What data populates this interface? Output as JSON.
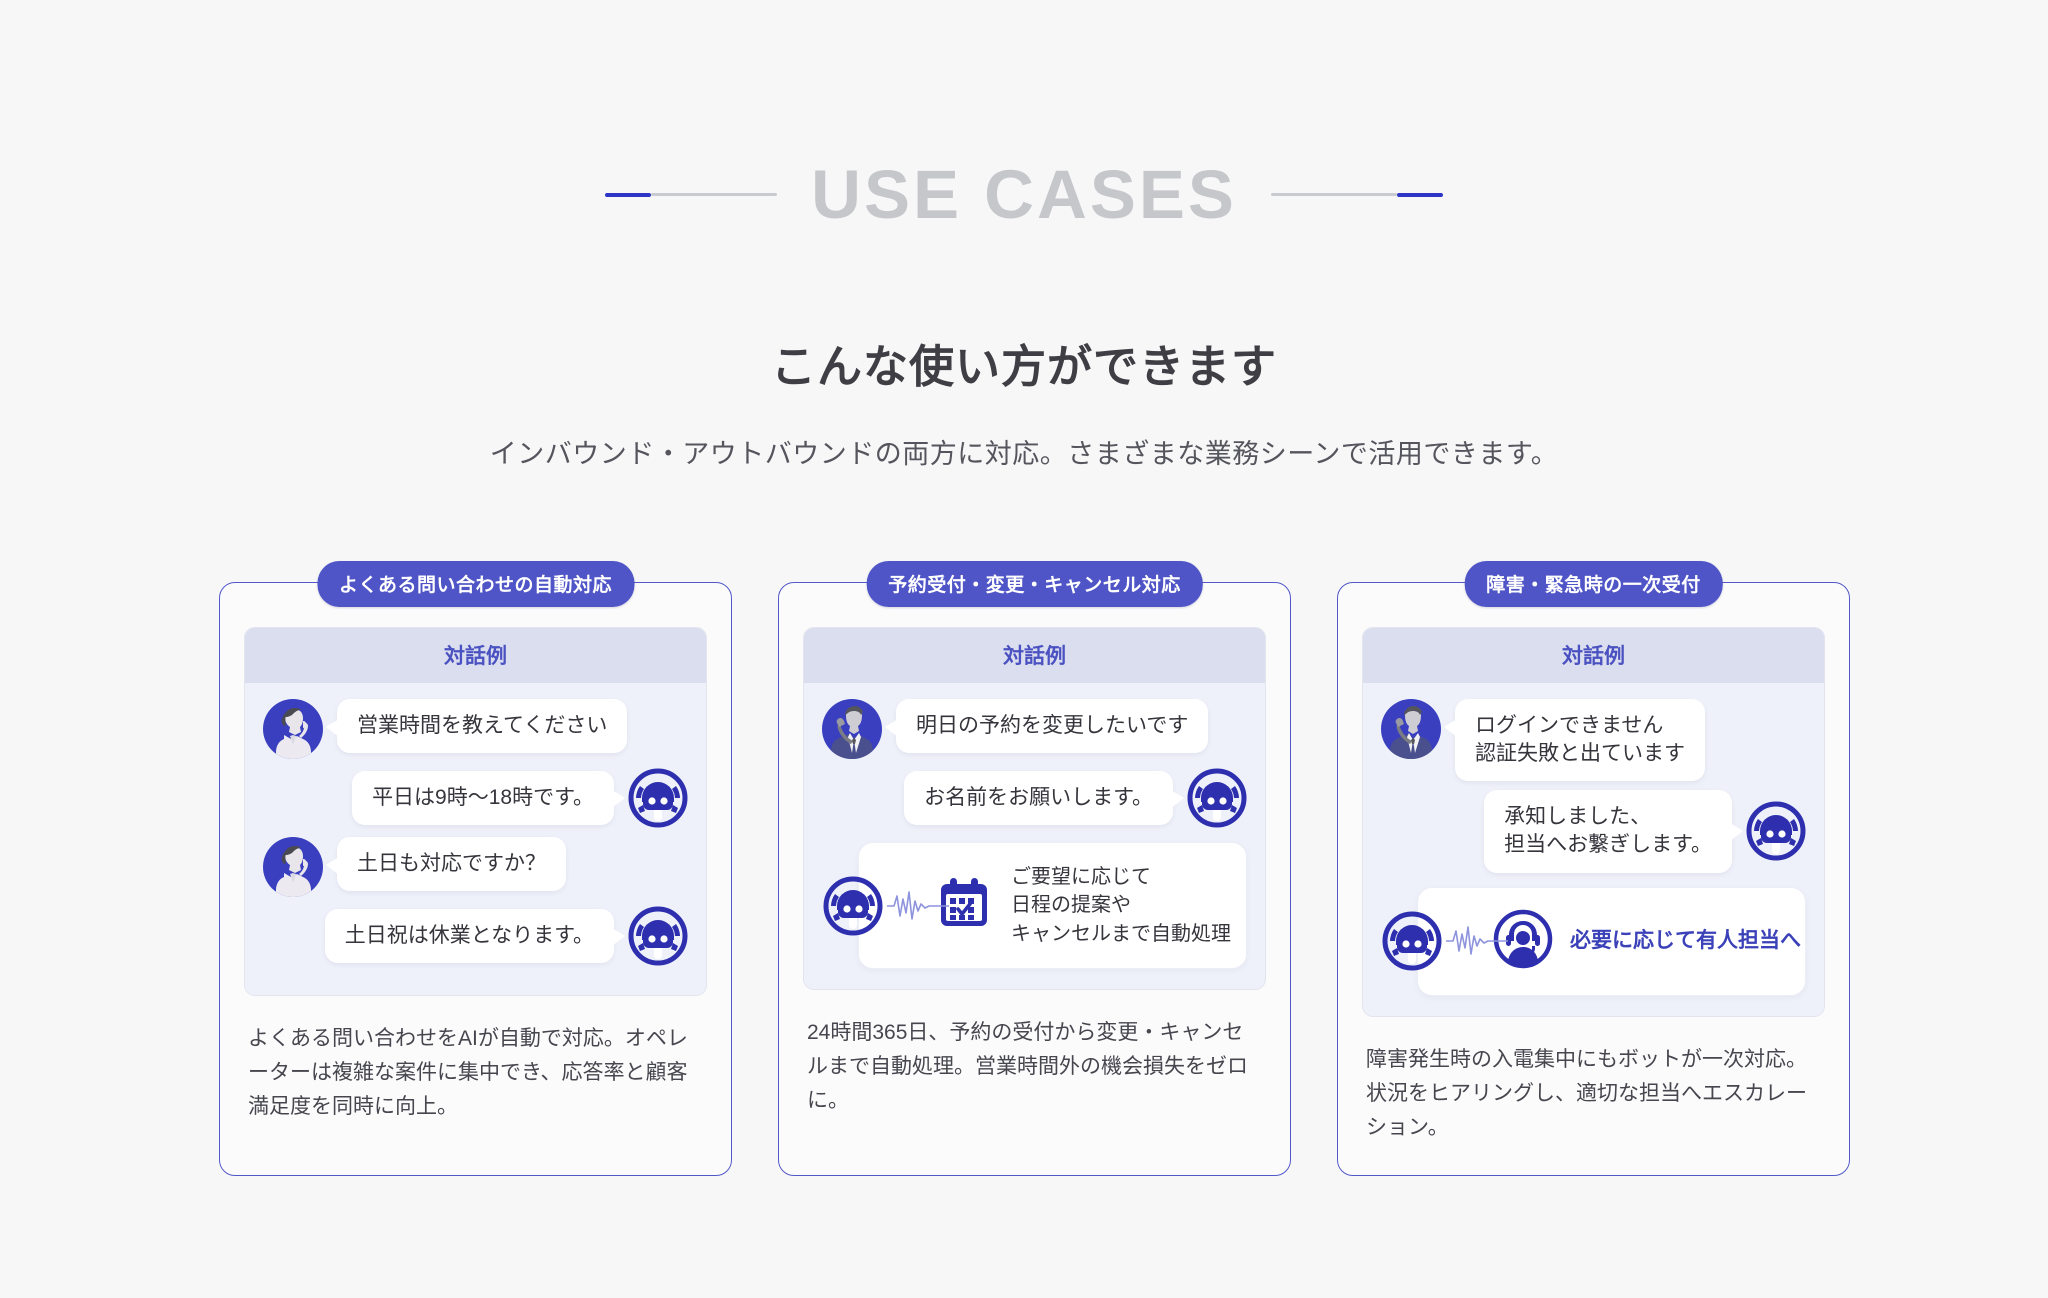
{
  "header": {
    "eyebrow": "USE CASES",
    "heading": "こんな使い方ができます",
    "subheading": "インバウンド・アウトバウンドの両方に対応。さまざまな業務シーンで活用できます。"
  },
  "colors": {
    "accent": "#4f55c6",
    "accent_dark": "#2f35c4",
    "page_bg": "#f7f7f8",
    "dialog_bg": "#eef1f9",
    "dialog_header_bg": "#dbdeef",
    "eyebrow_gray": "#c6c7cb"
  },
  "dialog_label": "対話例",
  "cards": [
    {
      "badge": "よくある問い合わせの自動対応",
      "messages": [
        {
          "from": "user",
          "avatar": "woman-headset-avatar",
          "lines": [
            "営業時間を教えてください"
          ]
        },
        {
          "from": "bot",
          "avatar": "bot-headset-avatar",
          "lines": [
            "平日は9時〜18時です。"
          ]
        },
        {
          "from": "user",
          "avatar": "woman-headset-avatar",
          "lines": [
            "土日も対応ですか？"
          ]
        },
        {
          "from": "bot",
          "avatar": "bot-headset-avatar",
          "lines": [
            "土日祝は休業となります。"
          ]
        }
      ],
      "infobox": null,
      "description": "よくある問い合わせをAIが自動で対応。オペレーターは複雑な案件に集中でき、応答率と顧客満足度を同時に向上。"
    },
    {
      "badge": "予約受付・変更・キャンセル対応",
      "messages": [
        {
          "from": "user",
          "avatar": "man-phone-avatar",
          "lines": [
            "明日の予約を変更したいです"
          ]
        },
        {
          "from": "bot",
          "avatar": "bot-headset-avatar",
          "lines": [
            "お名前をお願いします。"
          ]
        }
      ],
      "infobox": {
        "icon": "calendar-check-icon",
        "accent": false,
        "lines": [
          "ご要望に応じて",
          "日程の提案や",
          "キャンセルまで自動処理"
        ]
      },
      "description": "24時間365日、予約の受付から変更・キャンセルまで自動処理。営業時間外の機会損失をゼロに。"
    },
    {
      "badge": "障害・緊急時の一次受付",
      "messages": [
        {
          "from": "user",
          "avatar": "man-phone-avatar",
          "lines": [
            "ログインできません",
            "認証失敗と出ています"
          ]
        },
        {
          "from": "bot",
          "avatar": "bot-headset-avatar",
          "lines": [
            "承知しました、",
            "担当へお繋ぎします。"
          ]
        }
      ],
      "infobox": {
        "icon": "operator-headset-icon",
        "accent": true,
        "lines": [
          "必要に応じて有人担当へ"
        ]
      },
      "description": "障害発生時の入電集中にもボットが一次対応。状況をヒアリングし、適切な担当へエスカレーション。"
    }
  ]
}
